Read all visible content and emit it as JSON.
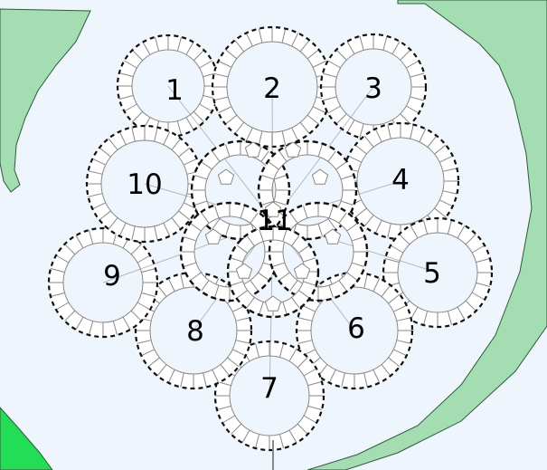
{
  "scene": {
    "background_color": "#eef5fd",
    "land_color": "#a3ddb1",
    "land_bright_color": "#22dd55",
    "land_stroke_color": "#2f5a3a",
    "tile_fill_color": "#ffffff",
    "line_color": "#888888",
    "dash_color": "#111111"
  },
  "regions": [
    {
      "label": "1"
    },
    {
      "label": "2"
    },
    {
      "label": "3"
    },
    {
      "label": "4"
    },
    {
      "label": "5"
    },
    {
      "label": "6"
    },
    {
      "label": "7"
    },
    {
      "label": "8"
    },
    {
      "label": "9"
    },
    {
      "label": "10"
    },
    {
      "label": "11"
    }
  ]
}
